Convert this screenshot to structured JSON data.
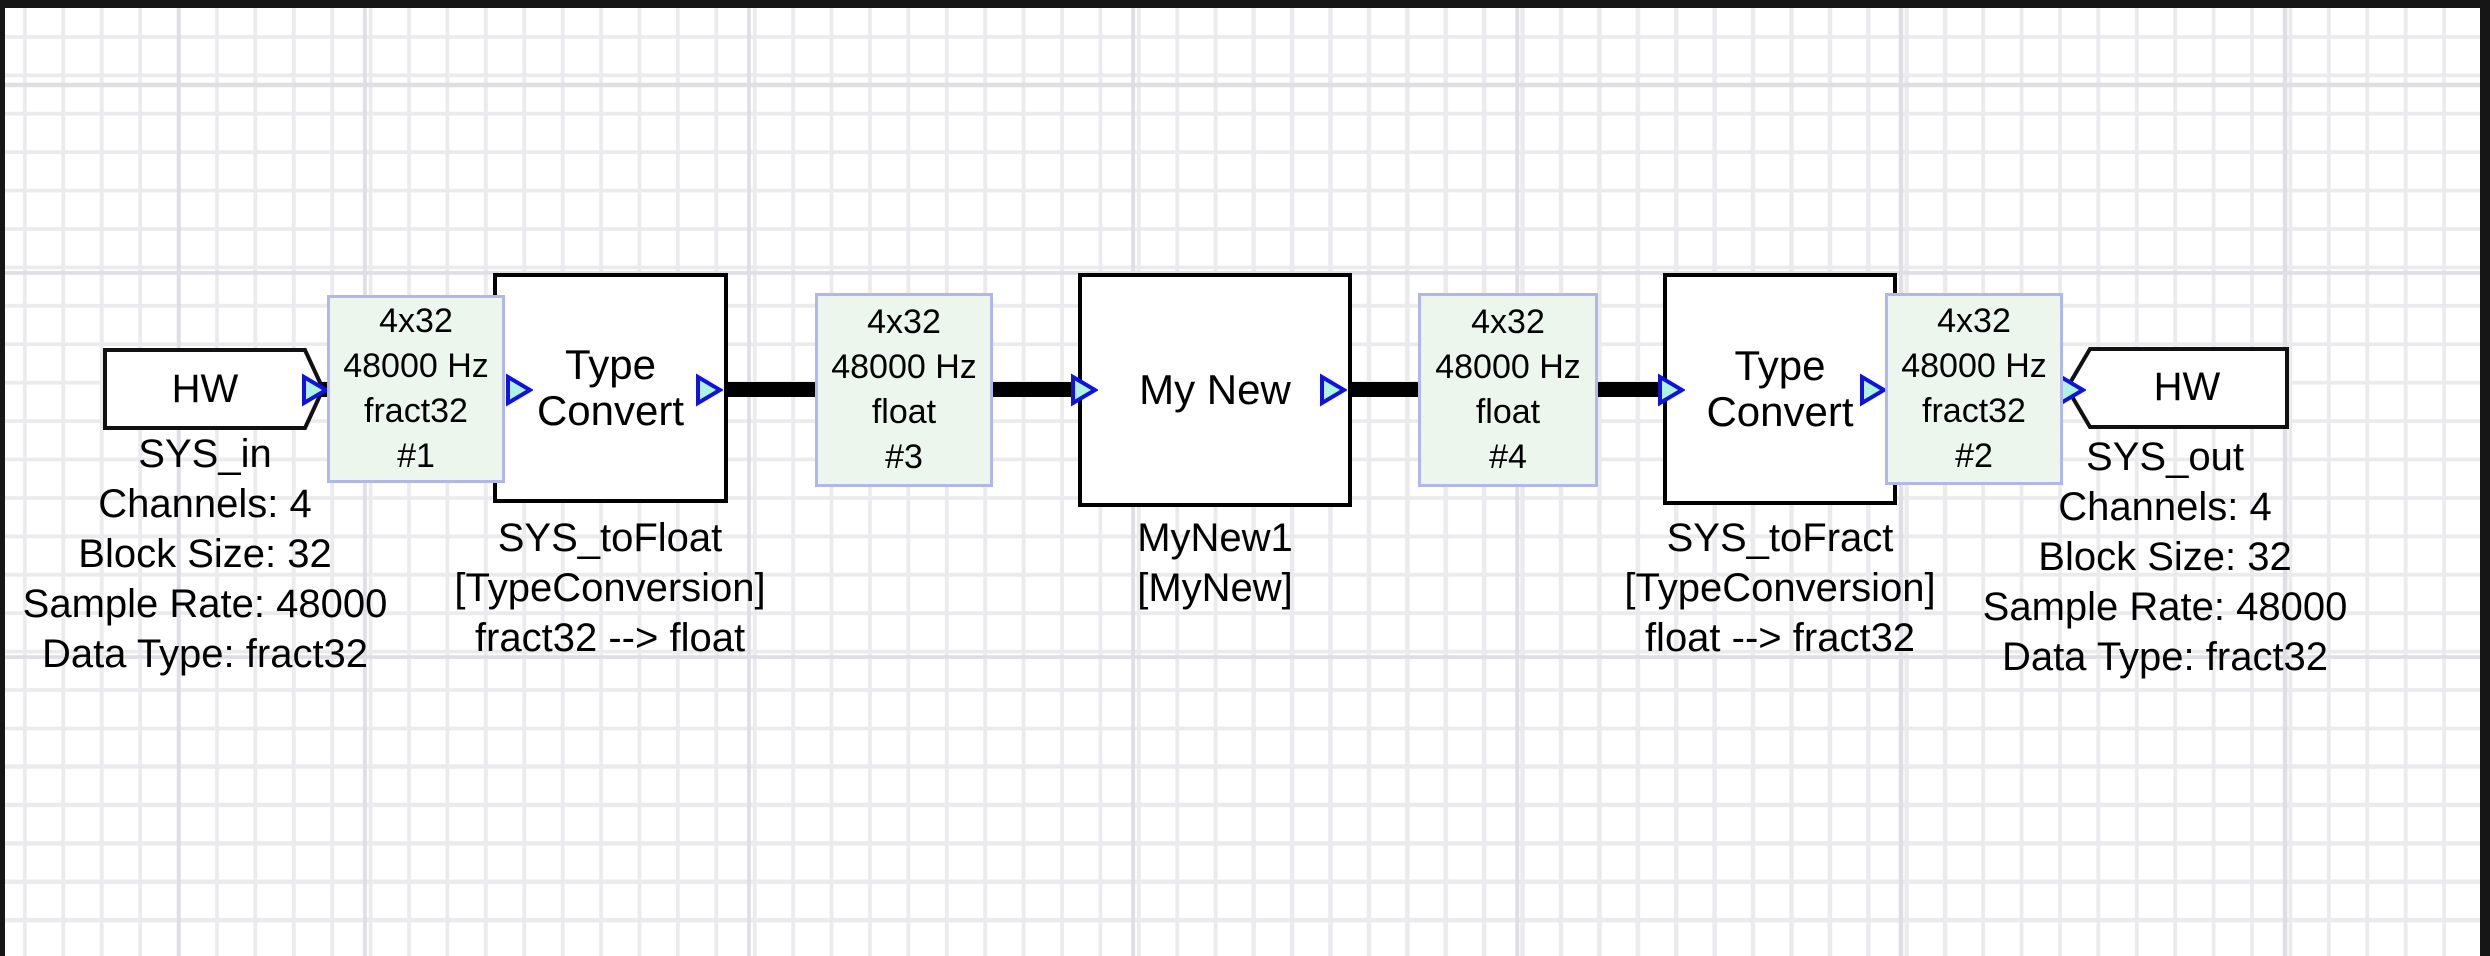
{
  "nodes": [
    {
      "label": "HW",
      "name": "SYS_in",
      "details": [
        "Channels: 4",
        "Block Size: 32",
        "Sample Rate: 48000",
        "Data Type: fract32"
      ]
    },
    {
      "label": "Type Convert",
      "name": "SYS_toFloat",
      "module_class": "[TypeConversion]",
      "conversion": "fract32 --> float"
    },
    {
      "label": "My New",
      "name": "MyNew1",
      "module_class": "[MyNew]"
    },
    {
      "label": "Type Convert",
      "name": "SYS_toFract",
      "module_class": "[TypeConversion]",
      "conversion": "float --> fract32"
    },
    {
      "label": "HW",
      "name": "SYS_out",
      "details": [
        "Channels: 4",
        "Block Size: 32",
        "Sample Rate: 48000",
        "Data Type: fract32"
      ]
    }
  ],
  "wire_annotations": [
    {
      "size": "4x32",
      "rate": "48000 Hz",
      "dtype": "fract32",
      "number": "#1"
    },
    {
      "size": "4x32",
      "rate": "48000 Hz",
      "dtype": "float",
      "number": "#3"
    },
    {
      "size": "4x32",
      "rate": "48000 Hz",
      "dtype": "float",
      "number": "#4"
    },
    {
      "size": "4x32",
      "rate": "48000 Hz",
      "dtype": "fract32",
      "number": "#2"
    }
  ],
  "colors": {
    "wire": "#000000",
    "block_border": "#000000",
    "block_fill": "#ffffff",
    "annotation_fill": "#edf6ec",
    "annotation_border": "#b2b7ea",
    "pin_fill": "#aef2e3",
    "pin_border": "#1212dd",
    "grid_line": "#ebebee",
    "frame": "#161616"
  }
}
